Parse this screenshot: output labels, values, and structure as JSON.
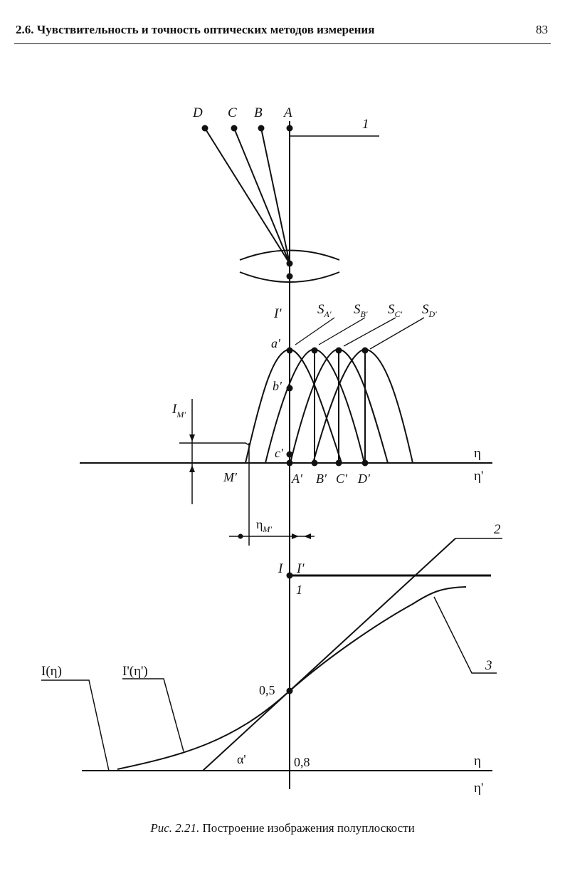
{
  "header": {
    "title": "2.6. Чувствительность и точность оптических методов измерения",
    "page_number": "83"
  },
  "figure": {
    "points_top": [
      "D",
      "C",
      "B",
      "A"
    ],
    "label_1": "1",
    "label_2": "2",
    "label_3": "3",
    "spreads": [
      "S",
      "S",
      "S",
      "S"
    ],
    "spread_subs": [
      "A'",
      "B'",
      "C'",
      "D'"
    ],
    "I_prime": "I'",
    "a_prime": "a'",
    "b_prime": "b'",
    "c_prime": "c'",
    "I_M": "I",
    "I_M_sub": "M'",
    "M_prime": "M'",
    "axis_points": [
      "A'",
      "B'",
      "C'",
      "D'"
    ],
    "eta": "η",
    "eta_prime": "η'",
    "eta_M": "η",
    "eta_M_sub": "M'",
    "I_label": "I",
    "I_prime_label": "I'",
    "one": "1",
    "half": "0,5",
    "zero_eight": "0,8",
    "alpha": "α'",
    "I_eta": "I(η)",
    "I_prime_eta": "I'(η')",
    "eta_bottom": "η",
    "eta_prime_bottom": "η'"
  },
  "caption": {
    "label": "Рис. 2.21.",
    "text": "Построение изображения полуплоскости"
  }
}
